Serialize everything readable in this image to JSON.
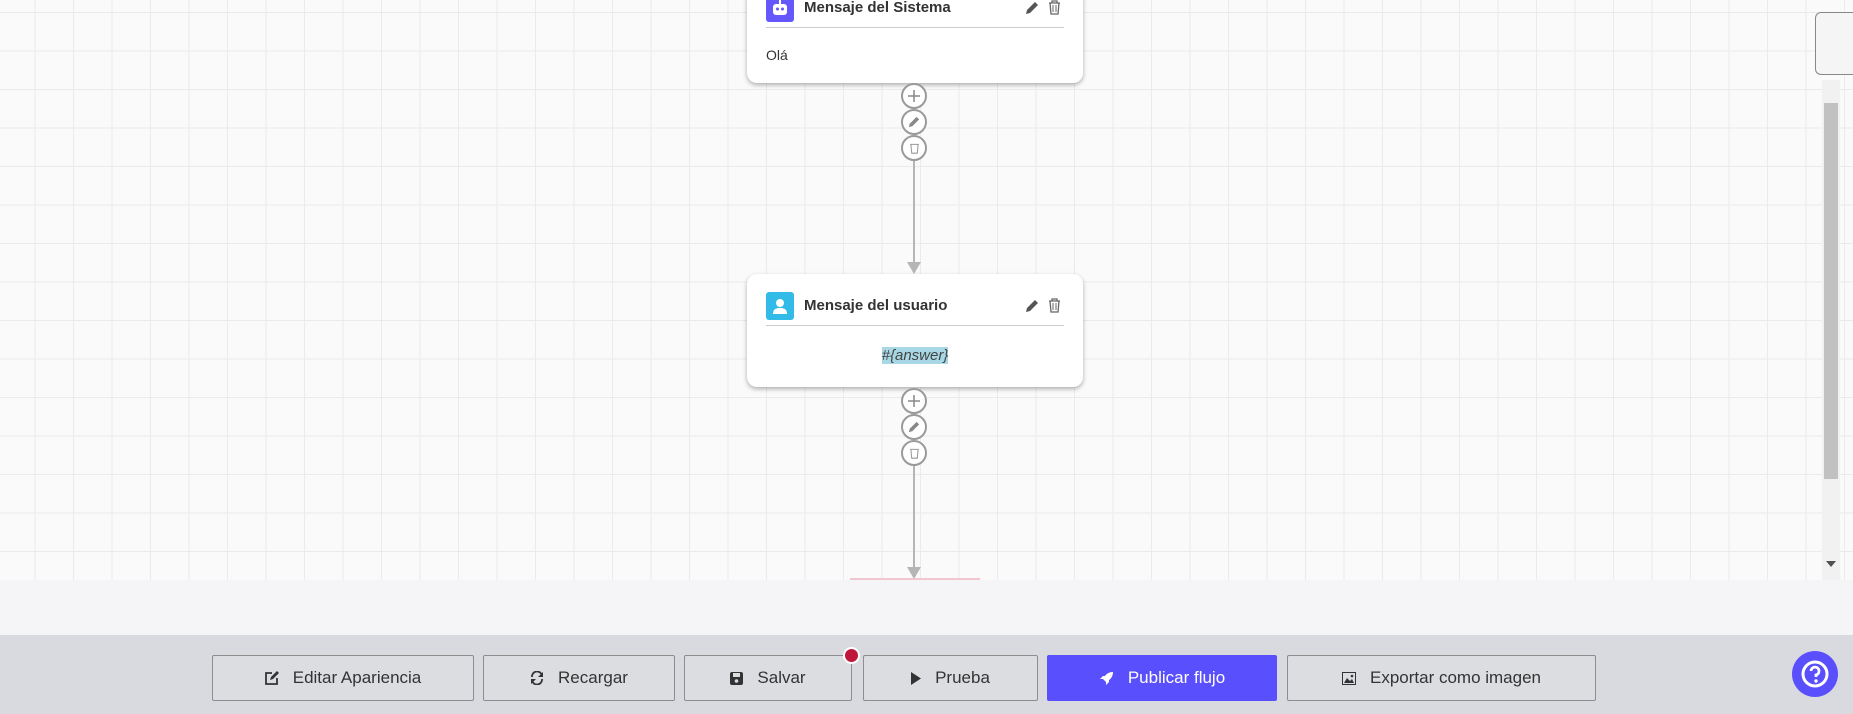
{
  "nodes": [
    {
      "title": "Mensaje del Sistema",
      "icon": "robot-icon",
      "icon_color": "#6458fc",
      "content": "Olá"
    },
    {
      "title": "Mensaje del usuario",
      "icon": "user-icon",
      "icon_color": "#33bbe8",
      "content": "#{answer}"
    }
  ],
  "toolbar": {
    "edit_appearance": "Editar Apariencia",
    "reload": "Recargar",
    "save": "Salvar",
    "test": "Prueba",
    "publish": "Publicar flujo",
    "export": "Exportar como imagen"
  },
  "colors": {
    "primary": "#5a4ffc",
    "unsaved_dot": "#c0183a",
    "highlight": "#a8d8e6"
  }
}
